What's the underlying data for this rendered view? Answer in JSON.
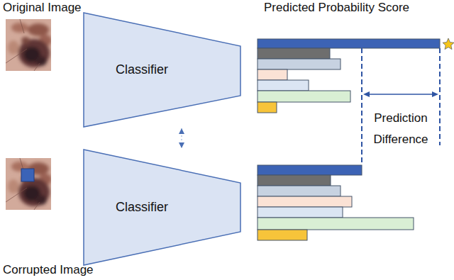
{
  "diagram": {
    "nodes": [
      {
        "text": [
          "Classifier"
        ]
      },
      {
        "text": [
          "Classifier"
        ]
      }
    ],
    "edges": [
      {
        "from": 0,
        "to": 1,
        "arrow": "both"
      }
    ],
    "labels": [
      "Original Image",
      "Predicted Probability Score",
      "Prediction Difference",
      "Corrupted Image"
    ]
  }
}
